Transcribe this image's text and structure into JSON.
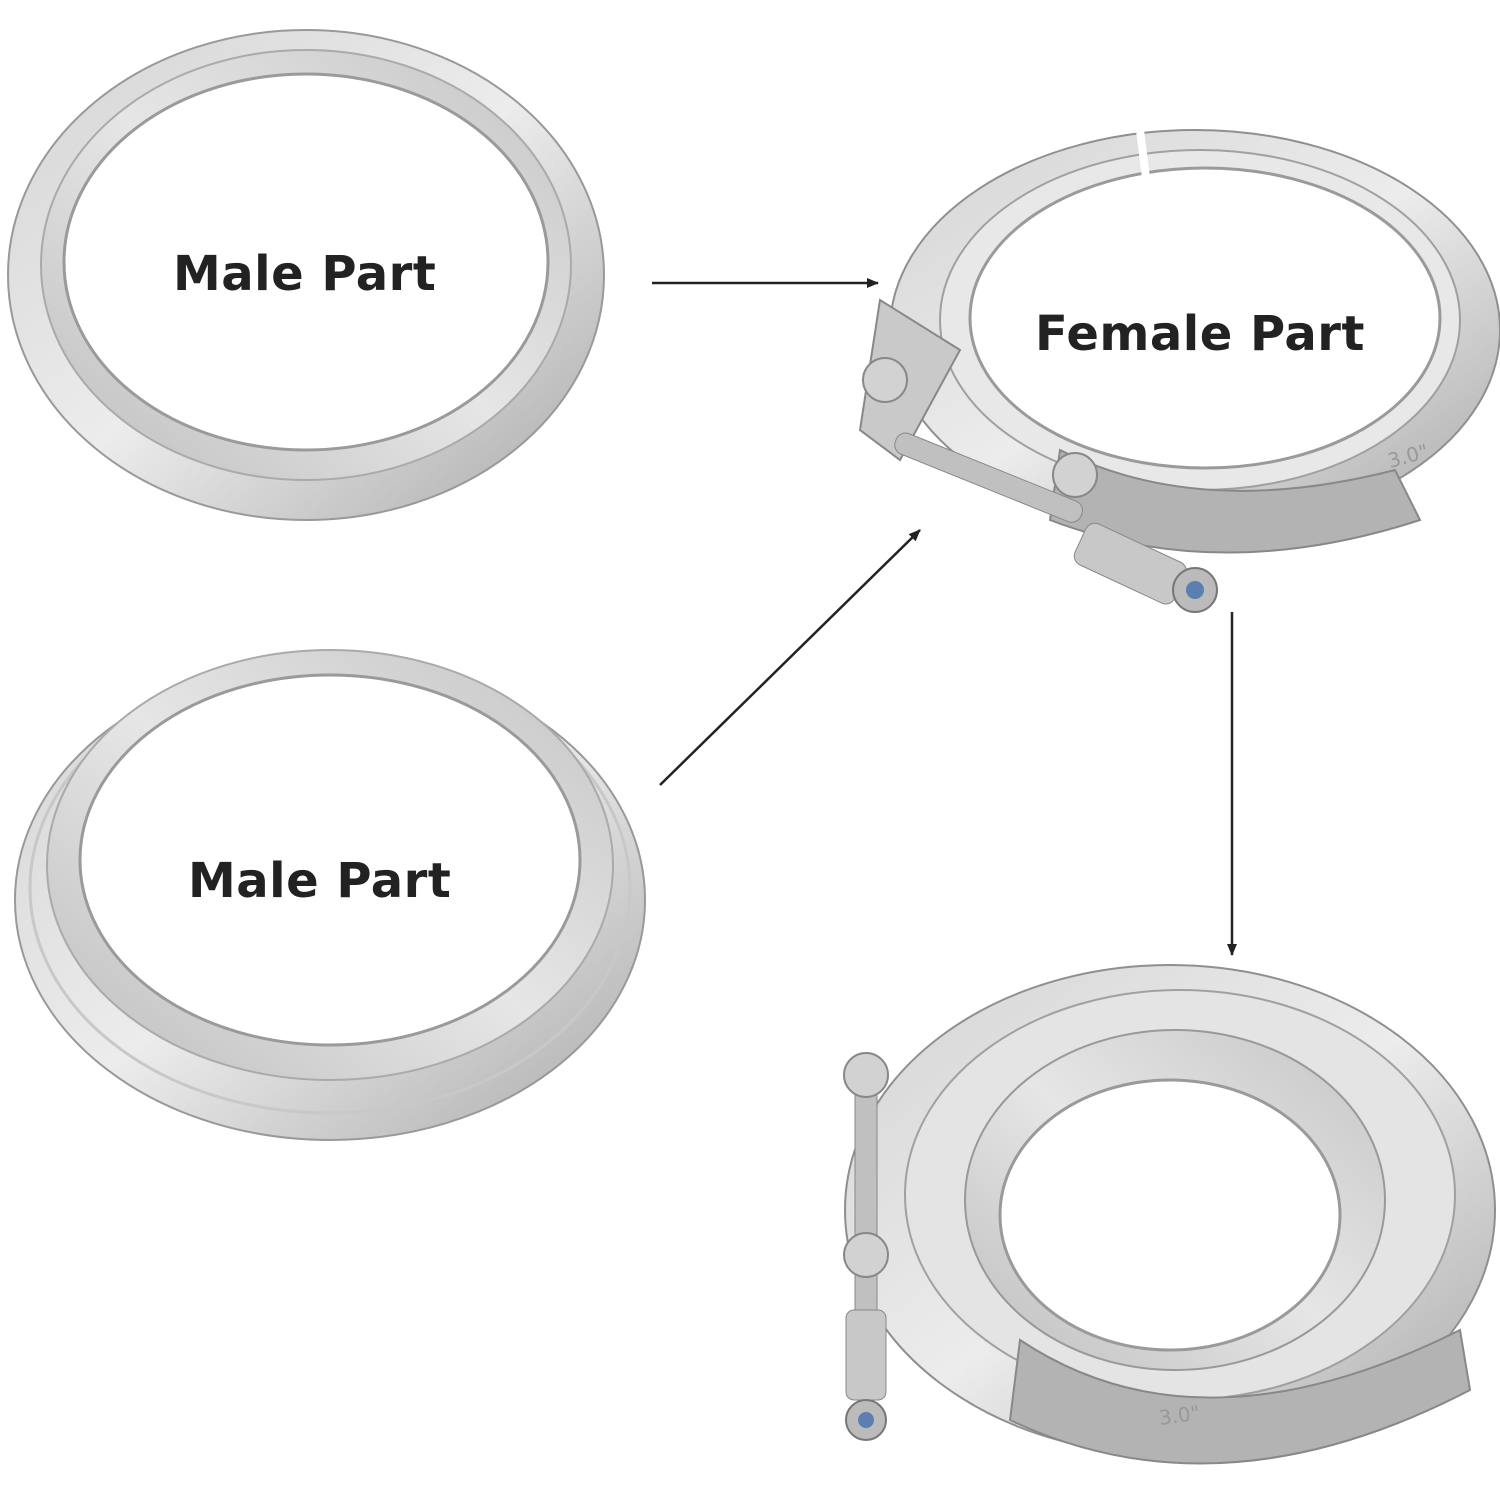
{
  "labels": {
    "male_part_top": "Male Part",
    "female_part": "Female Part",
    "male_part_bottom": "Male Part"
  },
  "stamps": {
    "clamp_size": "3.0\""
  },
  "colors": {
    "background": "#ffffff",
    "metal_light": "#dcdcdc",
    "metal_mid": "#b8b8b8",
    "metal_dark": "#8a8a8a",
    "label_text": "#222222",
    "arrow": "#222222",
    "nut_insert": "#5a7fb0"
  }
}
